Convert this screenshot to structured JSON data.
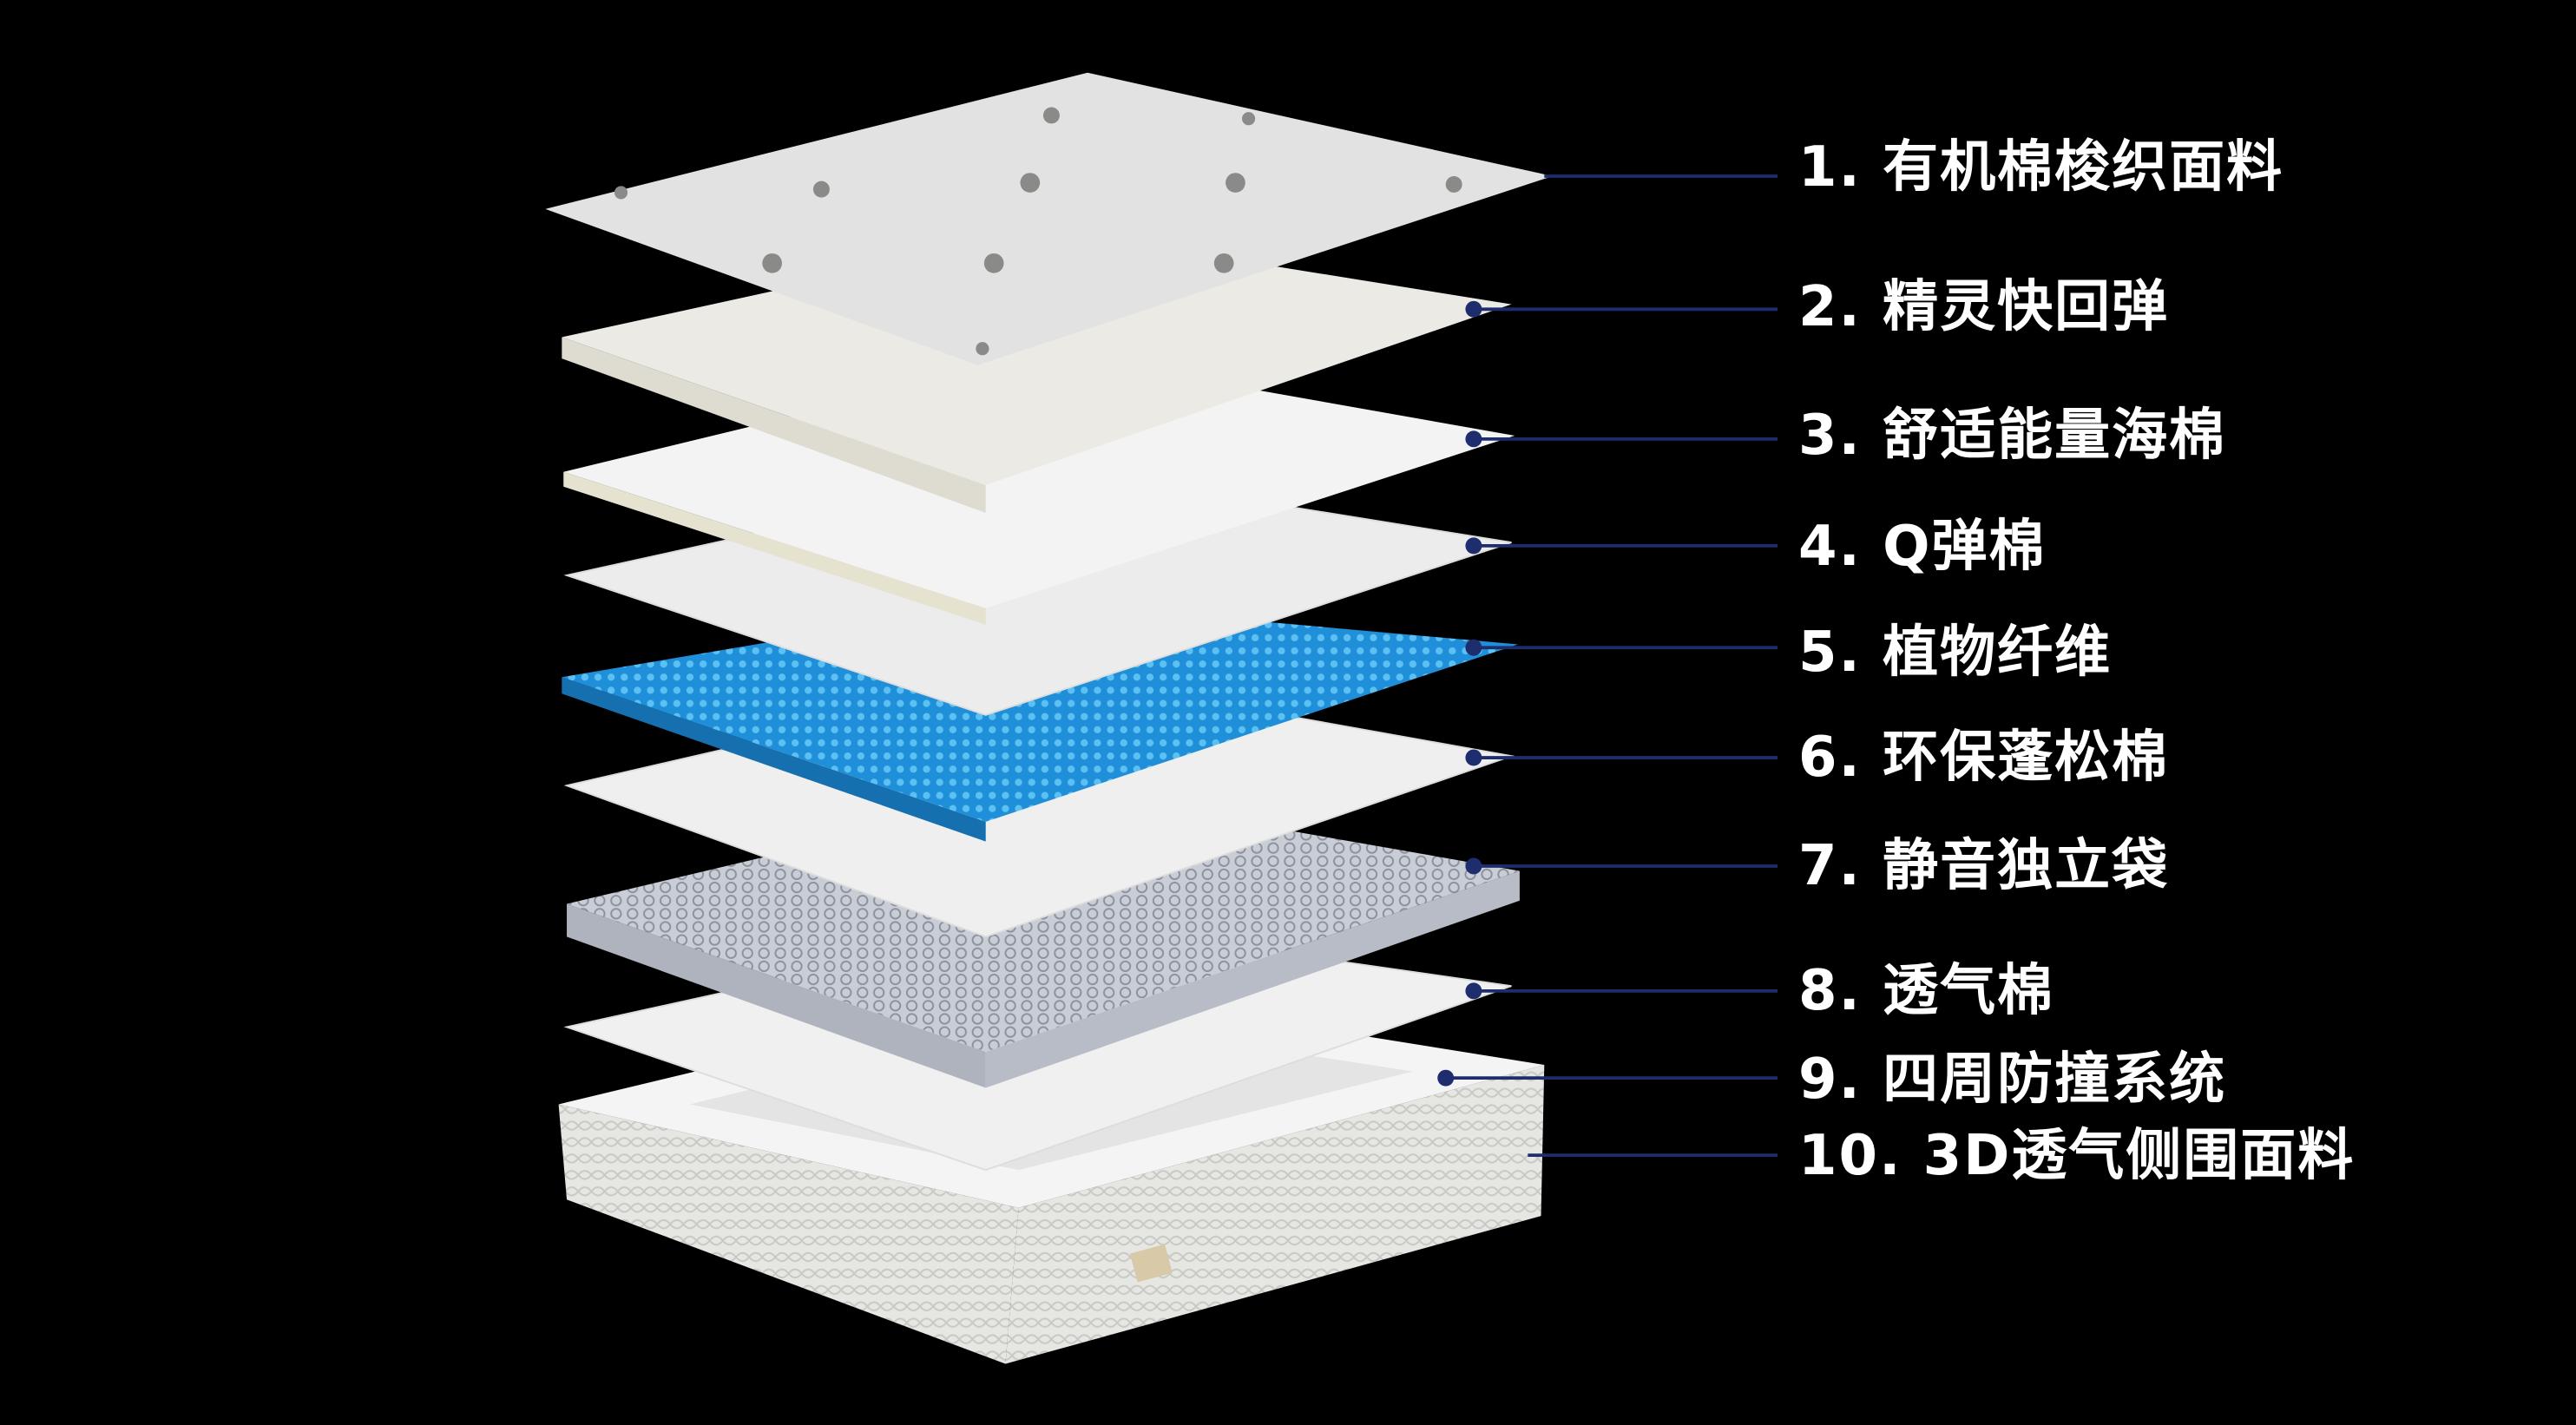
{
  "layers": [
    {
      "label": "1. 有机棉梭织面料"
    },
    {
      "label": "2. 精灵快回弹"
    },
    {
      "label": "3. 舒适能量海棉"
    },
    {
      "label": "4. Q弹棉"
    },
    {
      "label": "5. 植物纤维"
    },
    {
      "label": "6. 环保蓬松棉"
    },
    {
      "label": "7. 静音独立袋"
    },
    {
      "label": "8. 透气棉"
    },
    {
      "label": "9. 四周防撞系统"
    },
    {
      "label": "10. 3D透气侧围面料"
    }
  ],
  "colors": {
    "background": "#000000",
    "leader": "#1e2d6e",
    "blue_layer": "#1e8fd8"
  }
}
